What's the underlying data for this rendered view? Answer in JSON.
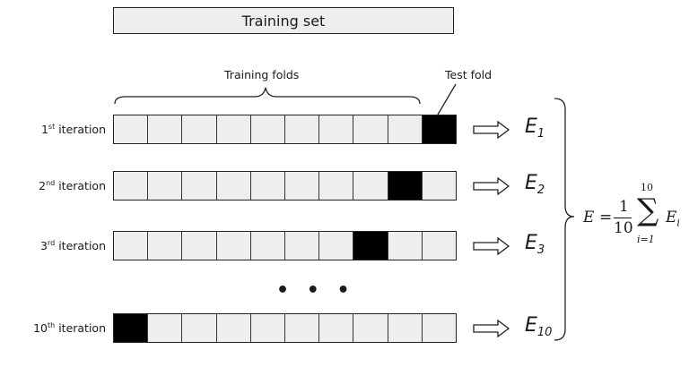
{
  "training_set": "Training set",
  "training_folds_label": "Training folds",
  "test_fold_label": "Test fold",
  "iterations": [
    {
      "num": "1",
      "suffix": "st",
      "rest": " iteration",
      "err_main": "E",
      "err_sub": "1",
      "test_index": 9
    },
    {
      "num": "2",
      "suffix": "nd",
      "rest": " iteration",
      "err_main": "E",
      "err_sub": "2",
      "test_index": 8
    },
    {
      "num": "3",
      "suffix": "rd",
      "rest": " iteration",
      "err_main": "E",
      "err_sub": "3",
      "test_index": 7
    },
    {
      "num": "10",
      "suffix": "th",
      "rest": " iteration",
      "err_main": "E",
      "err_sub": "10",
      "test_index": 0
    }
  ],
  "ellipsis": "• • •",
  "formula": {
    "lhs": "E",
    "equals": "=",
    "frac_num": "1",
    "frac_den": "10",
    "sum_top": "10",
    "sum_bottom": "i=1",
    "term": "E",
    "term_sub": "i"
  },
  "folds_count": 10
}
